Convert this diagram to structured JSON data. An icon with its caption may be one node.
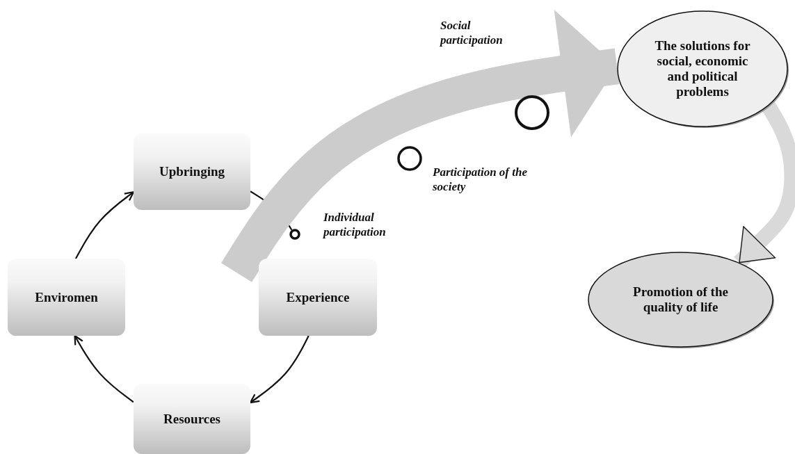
{
  "diagram": {
    "nodes": [
      {
        "text": [
          "Upbringing"
        ]
      },
      {
        "text": [
          "Experience"
        ]
      },
      {
        "text": [
          "Resources"
        ]
      },
      {
        "text": [
          "Enviromen"
        ]
      },
      {
        "text": [
          "The solutions for social, economic and political problems"
        ]
      },
      {
        "text": [
          "Promotion of the quality of life"
        ]
      },
      {
        "text": [],
        "shape": "circle",
        "beside": [
          "Individual participation"
        ]
      },
      {
        "text": [],
        "shape": "circle",
        "beside": [
          "Participation of the society"
        ]
      },
      {
        "text": [],
        "shape": "circle"
      }
    ],
    "labels": [
      "Social participation"
    ],
    "edges": [
      {
        "from": 3,
        "to": 0,
        "arrow": "to"
      },
      {
        "from": 0,
        "to": 6,
        "arrow": "none"
      },
      {
        "from": 1,
        "to": 2,
        "arrow": "to"
      },
      {
        "from": 2,
        "to": 3,
        "arrow": "to"
      },
      {
        "from": null,
        "to": 4,
        "arrow": "to",
        "style": "thick",
        "color": "#cccccc"
      },
      {
        "from": 4,
        "to": 5,
        "arrow": "to",
        "style": "thick",
        "color": "#d9d9d9"
      }
    ]
  }
}
